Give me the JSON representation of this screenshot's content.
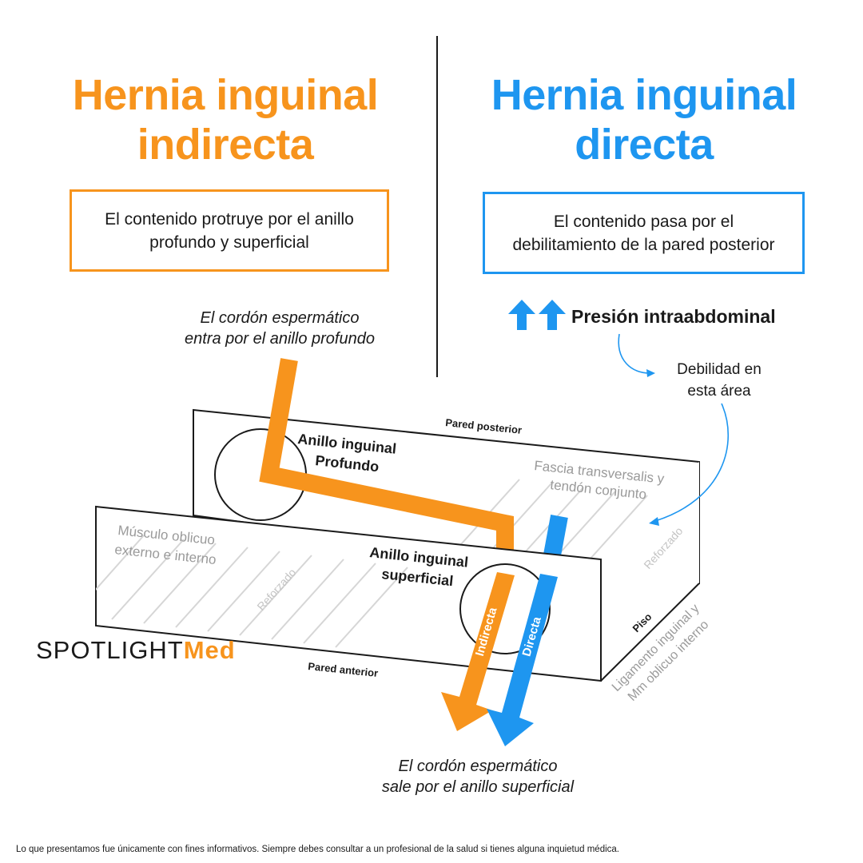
{
  "titles": {
    "left_line1": "Hernia inguinal",
    "left_line2": "indirecta",
    "right_line1": "Hernia inguinal",
    "right_line2": "directa"
  },
  "boxes": {
    "left_line1": "El contenido protruye por el anillo",
    "left_line2": "profundo y superficial",
    "right_line1": "El contenido pasa por el",
    "right_line2": "debilitamiento de la pared posterior"
  },
  "notes": {
    "cord_in_line1": "El cordón espermático",
    "cord_in_line2": "entra por el anillo profundo",
    "cord_out_line1": "El cordón espermático",
    "cord_out_line2": "sale por el anillo superficial",
    "pressure": "Presión intraabdominal",
    "weakness_line1": "Debilidad en",
    "weakness_line2": "esta área"
  },
  "diagram": {
    "posterior_wall": "Pared posterior",
    "anterior_wall": "Pared anterior",
    "floor": "Piso",
    "deep_ring_line1": "Anillo inguinal",
    "deep_ring_line2": "Profundo",
    "superficial_ring_line1": "Anillo inguinal",
    "superficial_ring_line2": "superficial",
    "fascia_line1": "Fascia transversalis y",
    "fascia_line2": "tendón conjunto",
    "muscle_line1": "Músculo oblicuo",
    "muscle_line2": "externo e interno",
    "reinforced": "Reforzado",
    "ligament_line1": "Ligamento inguinal y",
    "ligament_line2": "Mm oblicuo interno",
    "indirect_arrow": "Indirecta",
    "direct_arrow": "Directa"
  },
  "logo": {
    "part1": "SPOTLIGHT",
    "part2": "Med"
  },
  "disclaimer": "Lo que presentamos fue únicamente con fines informativos. Siempre debes consultar a un profesional de la salud si tienes alguna inquietud médica.",
  "colors": {
    "indirect": "#F7941D",
    "direct": "#1E96F0",
    "text": "#1a1a1a",
    "muted": "#9a9a9a"
  },
  "icons": [
    "arrow-up-icon",
    "arrow-up-icon",
    "curved-arrow-icon"
  ]
}
